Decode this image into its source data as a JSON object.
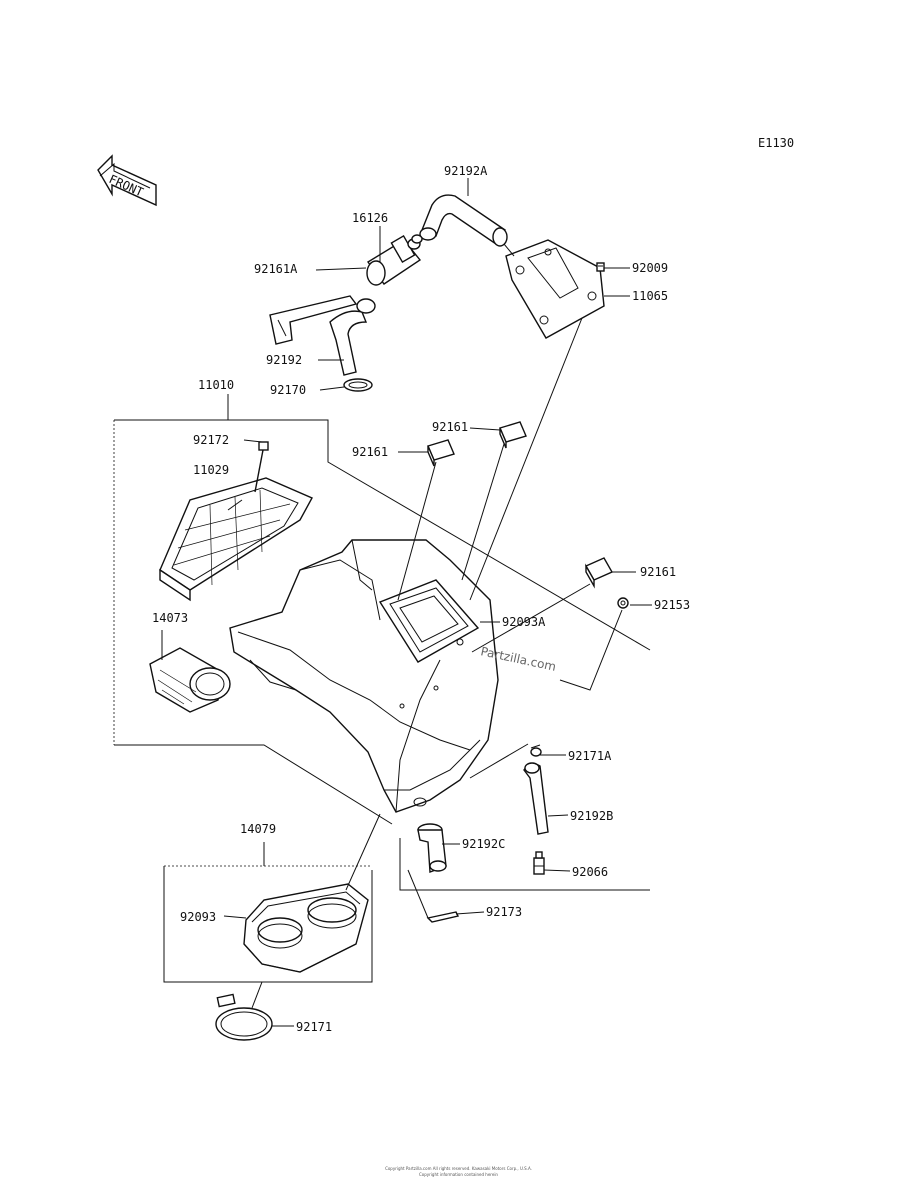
{
  "diagram_code": "E1130",
  "front_label": "FRONT",
  "watermark": "Partzilla.com",
  "parts": {
    "p92192A": "92192A",
    "p16126": "16126",
    "p92161A": "92161A",
    "p92009": "92009",
    "p11065": "11065",
    "p92192": "92192",
    "p92170": "92170",
    "p11010": "11010",
    "p92161a": "92161",
    "p92161b": "92161",
    "p92172": "92172",
    "p11029": "11029",
    "p92161c": "92161",
    "p92153": "92153",
    "p92093A": "92093A",
    "p14073": "14073",
    "p92171A": "92171A",
    "p92192B": "92192B",
    "p92192C": "92192C",
    "p92066": "92066",
    "p14079": "14079",
    "p92093": "92093",
    "p92173": "92173",
    "p92171": "92171"
  },
  "footer": {
    "line1": "Copyright Partzilla.com All rights reserved. Kawasaki Motors Corp., U.S.A.",
    "line2": "Copyright information contained herein"
  }
}
